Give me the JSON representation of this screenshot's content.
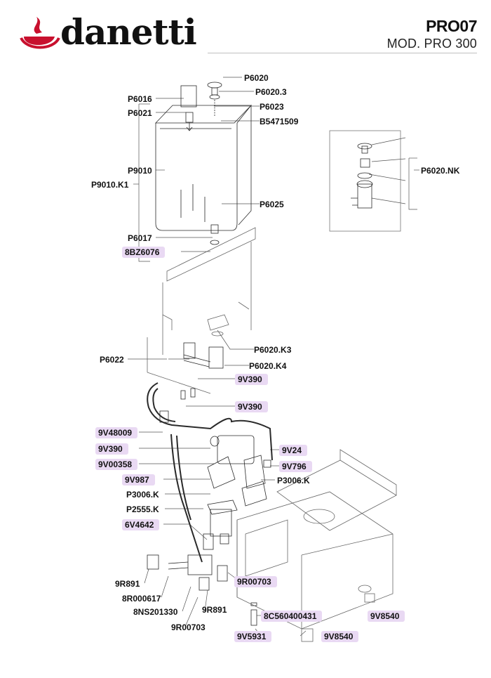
{
  "brand": {
    "name": "danetti",
    "logo_icon": "cup-swirl-logo-icon",
    "logo_color": "#c8102e"
  },
  "model": {
    "code": "PRO07",
    "name": "MOD. PRO 300"
  },
  "highlight_color": "#e9d9f3",
  "parts": [
    {
      "code": "P6020",
      "highlighted": false
    },
    {
      "code": "P6016",
      "highlighted": false
    },
    {
      "code": "P6020.3",
      "highlighted": false
    },
    {
      "code": "P6021",
      "highlighted": false
    },
    {
      "code": "P6023",
      "highlighted": false
    },
    {
      "code": "B5471509",
      "highlighted": false
    },
    {
      "code": "P9010",
      "highlighted": false
    },
    {
      "code": "P9010.K1",
      "highlighted": false
    },
    {
      "code": "P6020.NK",
      "highlighted": false
    },
    {
      "code": "P6025",
      "highlighted": false
    },
    {
      "code": "P6017",
      "highlighted": false
    },
    {
      "code": "8BZ6076",
      "highlighted": true
    },
    {
      "code": "P6020.K3",
      "highlighted": false
    },
    {
      "code": "P6022",
      "highlighted": false
    },
    {
      "code": "P6020.K4",
      "highlighted": false
    },
    {
      "code": "9V390",
      "highlighted": true
    },
    {
      "code": "9V390",
      "highlighted": true
    },
    {
      "code": "9V48009",
      "highlighted": true
    },
    {
      "code": "9V390",
      "highlighted": true
    },
    {
      "code": "9V24",
      "highlighted": true
    },
    {
      "code": "9V00358",
      "highlighted": true
    },
    {
      "code": "9V796",
      "highlighted": true
    },
    {
      "code": "9V987",
      "highlighted": true
    },
    {
      "code": "P3006.K",
      "highlighted": false
    },
    {
      "code": "P3006.K",
      "highlighted": false
    },
    {
      "code": "P2555.K",
      "highlighted": false
    },
    {
      "code": "6V4642",
      "highlighted": true
    },
    {
      "code": "9R891",
      "highlighted": false
    },
    {
      "code": "9R00703",
      "highlighted": true
    },
    {
      "code": "8R000617",
      "highlighted": false
    },
    {
      "code": "8NS201330",
      "highlighted": false
    },
    {
      "code": "9R891",
      "highlighted": false
    },
    {
      "code": "8C560400431",
      "highlighted": true
    },
    {
      "code": "9V8540",
      "highlighted": true
    },
    {
      "code": "9R00703",
      "highlighted": false
    },
    {
      "code": "9V5931",
      "highlighted": true
    },
    {
      "code": "9V8540",
      "highlighted": true
    }
  ]
}
